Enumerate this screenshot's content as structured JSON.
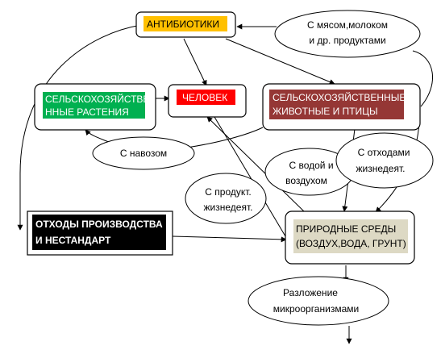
{
  "nodes": {
    "antibiotics": {
      "label": "АНТИБИОТИКИ",
      "fill": "#FFC000"
    },
    "human": {
      "label": "ЧЕЛОВЕК",
      "fill": "#FF0000"
    },
    "crops": {
      "line1": "СЕЛЬСКОХОЗЯЙСТВЕ",
      "line2": "ННЫЕ РАСТЕНИЯ",
      "fill": "#00B050"
    },
    "animals": {
      "line1": "СЕЛЬСКОХОЗЯЙСТВЕННЫЕ",
      "line2": "ЖИВОТНЫЕ И ПТИЦЫ",
      "fill": "#953735"
    },
    "waste": {
      "line1": "ОТХОДЫ ПРОИЗВОДСТВА",
      "line2": "И   НЕСТАНДАРТ",
      "fill": "#000000"
    },
    "environment": {
      "line1": "ПРИРОДНЫЕ СРЕДЫ",
      "line2": "(ВОЗДУХ,ВОДА, ГРУНТ)",
      "fill": "#DDD9C4"
    }
  },
  "bubbles": {
    "food": {
      "line1": "С мясом,молоком",
      "line2": "и др. продуктами"
    },
    "manure": {
      "line1": "С навозом"
    },
    "air_water": {
      "line1": "С водой и",
      "line2": "воздухом"
    },
    "life_waste": {
      "line1": "С отходами",
      "line2": "жизнедеят."
    },
    "products": {
      "line1": "С  продукт.",
      "line2": "жизнедеят."
    },
    "decomposition": {
      "line1": "Разложение",
      "line2": "микроорганизмами"
    }
  }
}
